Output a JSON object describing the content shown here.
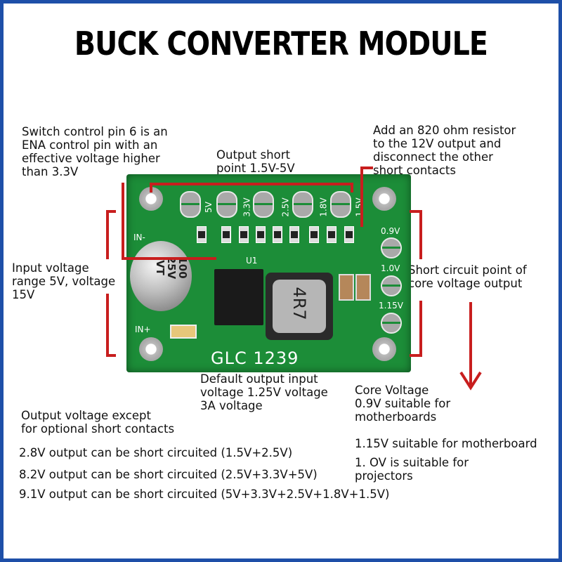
{
  "title": "BUCK CONVERTER MODULE",
  "board": {
    "model": "GLC 1239",
    "ic_label": "U1",
    "inductor_label": "4R7",
    "cap_text": "100\n25V\nVT",
    "in_minus": "IN-",
    "in_plus": "IN+",
    "pad_labels": [
      "5V",
      "3.3V",
      "2.5V",
      "1.8V",
      "1.5V"
    ],
    "side_pad_labels": [
      "0.9V",
      "1.0V",
      "1.15V"
    ]
  },
  "annotations": {
    "switch_pin": "Switch control pin 6 is an\nENA control pin with an\neffective voltage higher\nthan 3.3V",
    "output_short": "Output short\npoint 1.5V-5V",
    "resistor_note": "Add an 820 ohm resistor\nto the 12V output and\ndisconnect the other\nshort contacts",
    "input_voltage": "Input voltage\nrange 5V, voltage\n15V",
    "short_core": "Short circuit point of\ncore voltage output",
    "default_output": "Default output input\nvoltage 1.25V voltage\n3A voltage",
    "core_voltage": "Core Voltage\n0.9V suitable for\nmotherboards",
    "output_except": "Output voltage except\nfor optional short contacts",
    "core_115": "1.15V suitable for motherboard",
    "core_10": "1. OV is suitable for\nprojectors",
    "lines": [
      "2.8V output can be short circuited (1.5V+2.5V)",
      "8.2V output can be short circuited (2.5V+3.3V+5V)",
      "9.1V output can be short circuited (5V+3.3V+2.5V+1.8V+1.5V)"
    ]
  },
  "colors": {
    "frame": "#1e4fa8",
    "board": "#1c8d38",
    "marker": "#c81e1e"
  }
}
